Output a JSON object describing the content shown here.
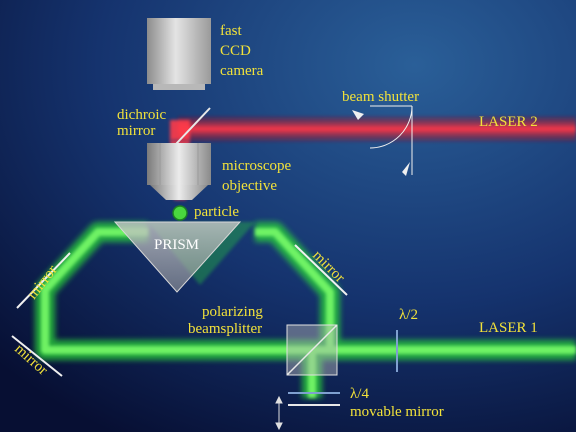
{
  "labels": {
    "camera": [
      "fast",
      "CCD",
      "camera"
    ],
    "dichroic": [
      "dichroic",
      "mirror"
    ],
    "beam_shutter": "beam shutter",
    "laser2": "LASER 2",
    "objective": [
      "microscope",
      "objective"
    ],
    "particle": "particle",
    "prism": "PRISM",
    "mirror_right": "mirror",
    "mirror_left_top": "mirror",
    "mirror_left_bottom": "mirror",
    "polarizing": [
      "polarizing",
      "beamsplitter"
    ],
    "half_wave": "λ/2",
    "laser1": "LASER 1",
    "quarter_wave": "λ/4",
    "movable_mirror": "movable mirror"
  },
  "colors": {
    "background_top": "#1f4e86",
    "background_bottom": "#081238",
    "label": "#f2e23a",
    "green_beam": "#37e23a",
    "red_beam": "#e5283a",
    "metal": "#c9c9c9"
  },
  "icons": {
    "shutter": "quarter-circle-shutter-icon",
    "movable": "double-arrow-icon"
  }
}
